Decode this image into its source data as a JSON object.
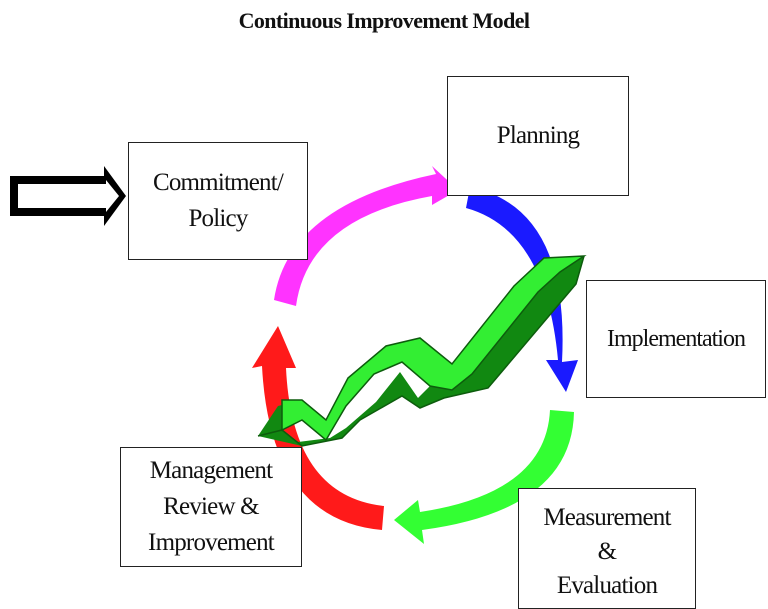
{
  "title": "Continuous Improvement  Model",
  "stages": {
    "commitment": {
      "line1": "Commitment/",
      "line2": "Policy"
    },
    "planning": {
      "line1": "Planning"
    },
    "implementation": {
      "line1": "Implementation"
    },
    "measurement": {
      "line1": "Measurement",
      "line2": "&",
      "line3": "Evaluation"
    },
    "management": {
      "line1": "Management",
      "line2": "Review &",
      "line3": "Improvement"
    }
  },
  "colors": {
    "commitment_to_planning_arrow": "#ff33ff",
    "planning_to_implementation_arrow": "#1a1aff",
    "implementation_to_measurement_arrow": "#33ff33",
    "measurement_to_management_arrow": "#ff1a1a",
    "trend_arrow_top": "#33ee33",
    "trend_arrow_side": "#118811"
  },
  "icons": {
    "entry_arrow": "hollow-right-arrow-icon",
    "trend_arrow": "rising-zigzag-arrow-icon"
  }
}
